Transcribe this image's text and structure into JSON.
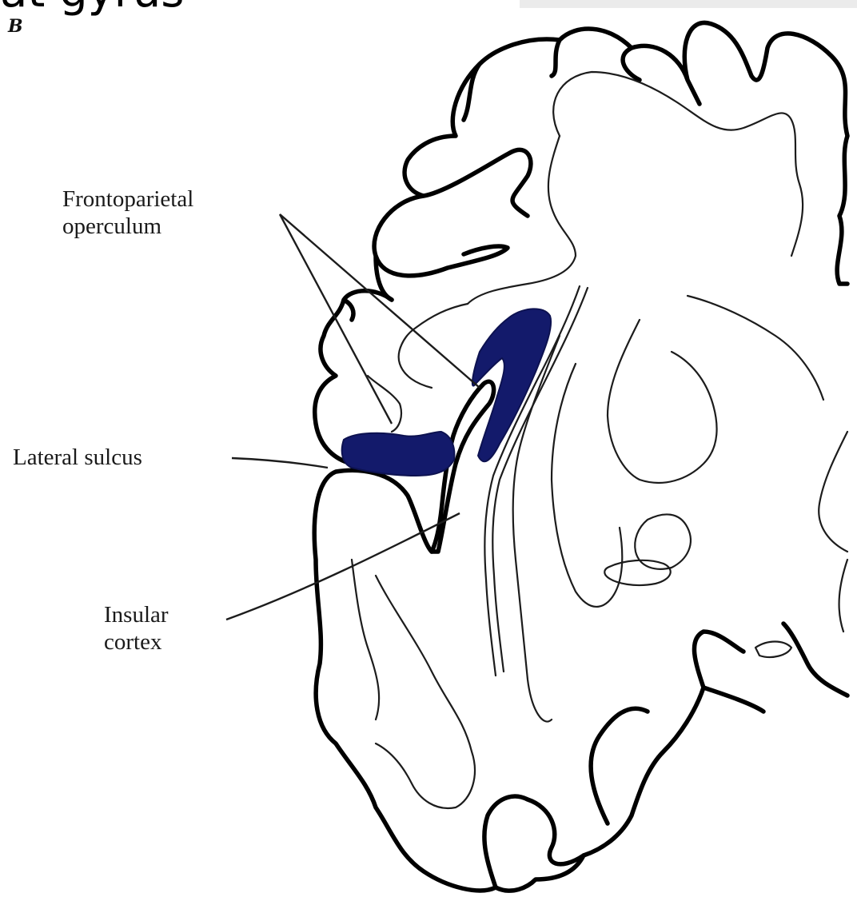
{
  "header": {
    "cropped_title": "at gyrus",
    "panel_letter": "B"
  },
  "labels": {
    "frontoparietal_operculum": [
      "Frontoparietal",
      "operculum"
    ],
    "lateral_sulcus": "Lateral sulcus",
    "insular_cortex": [
      "Insular",
      "cortex"
    ]
  },
  "colors": {
    "highlight": "#131a6b",
    "outline": "#000000",
    "background": "#ffffff"
  }
}
